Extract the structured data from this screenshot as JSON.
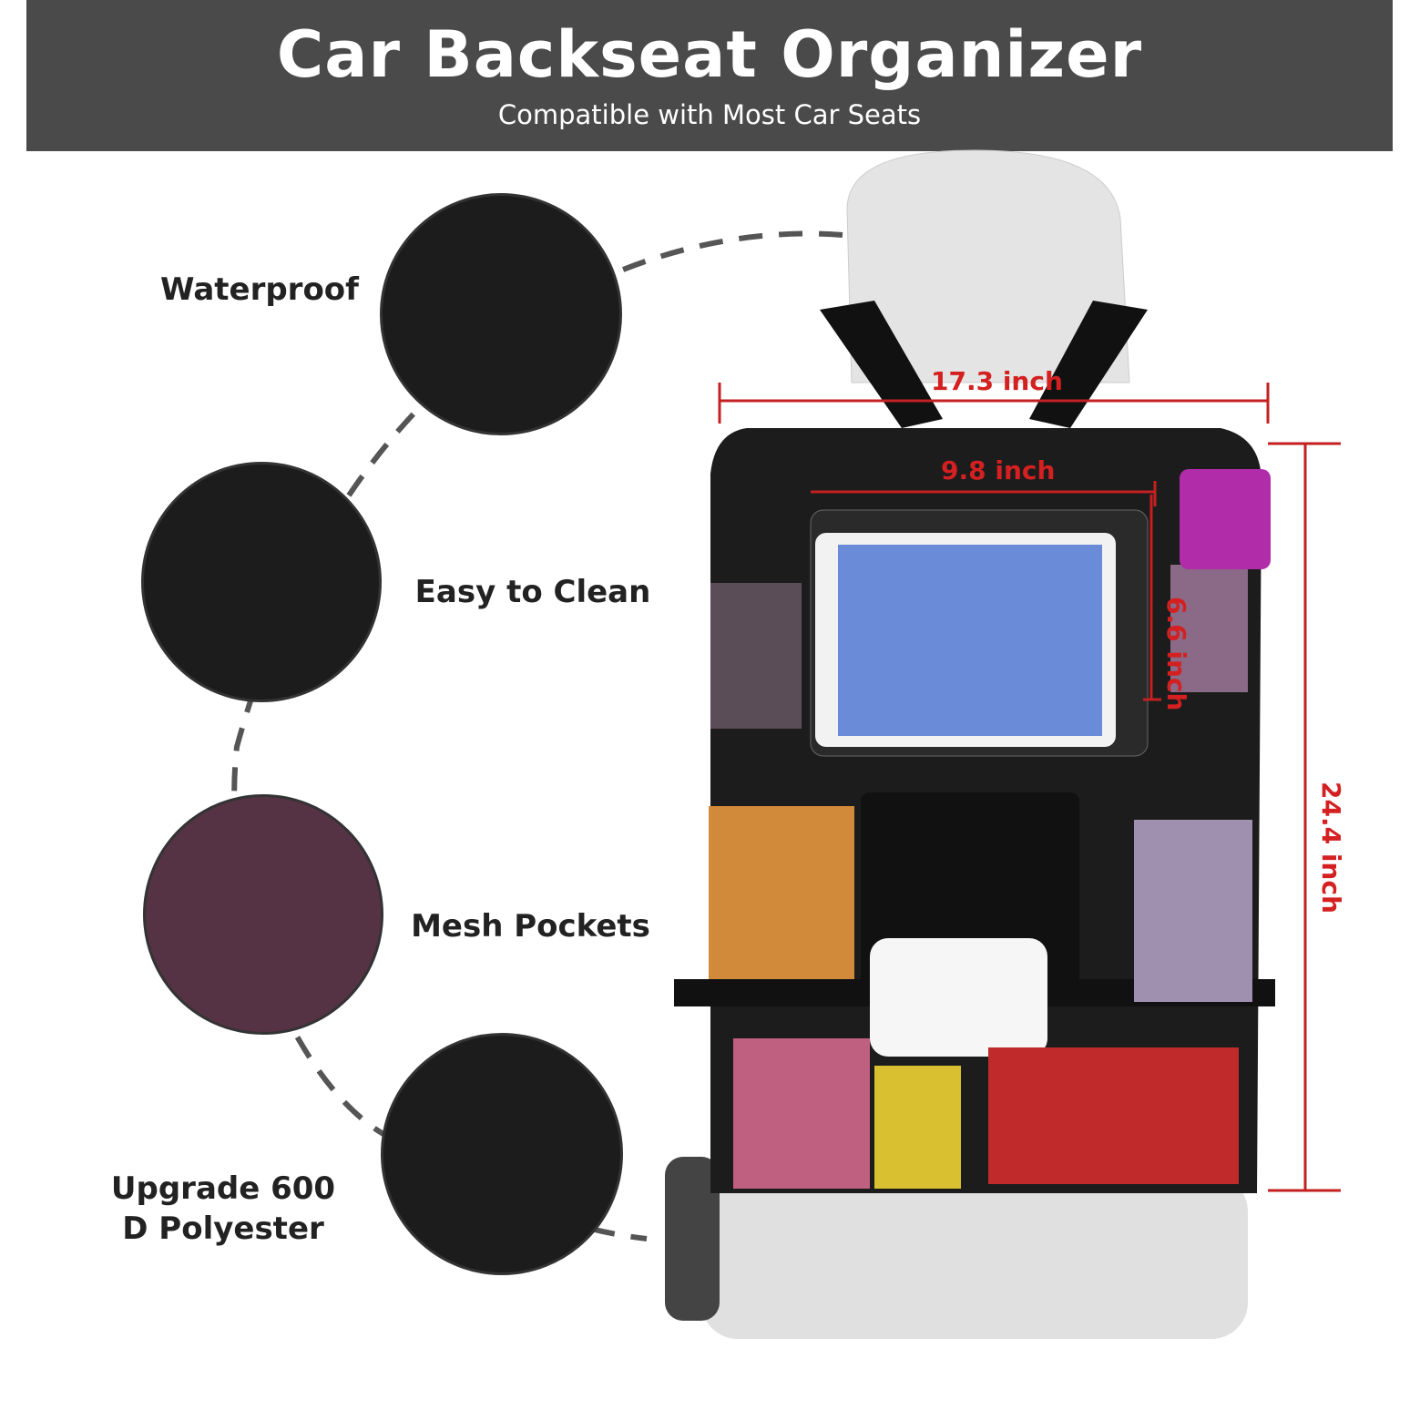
{
  "header": {
    "title": "Car Backseat Organizer",
    "subtitle": "Compatible with Most Car Seats"
  },
  "features": [
    {
      "label": "Waterproof"
    },
    {
      "label": "Easy to Clean"
    },
    {
      "label": "Mesh Pockets"
    },
    {
      "label": "Upgrade 600 D Polyester"
    }
  ],
  "dimensions": {
    "overall_width": "17.3 inch",
    "tablet_width": "9.8 inch",
    "tablet_height": "6.6 inch",
    "overall_height": "24.4 inch"
  },
  "colors": {
    "header_bg": "#4a4a4a",
    "dimension": "#d42020",
    "organizer": "#1c1c1c"
  }
}
